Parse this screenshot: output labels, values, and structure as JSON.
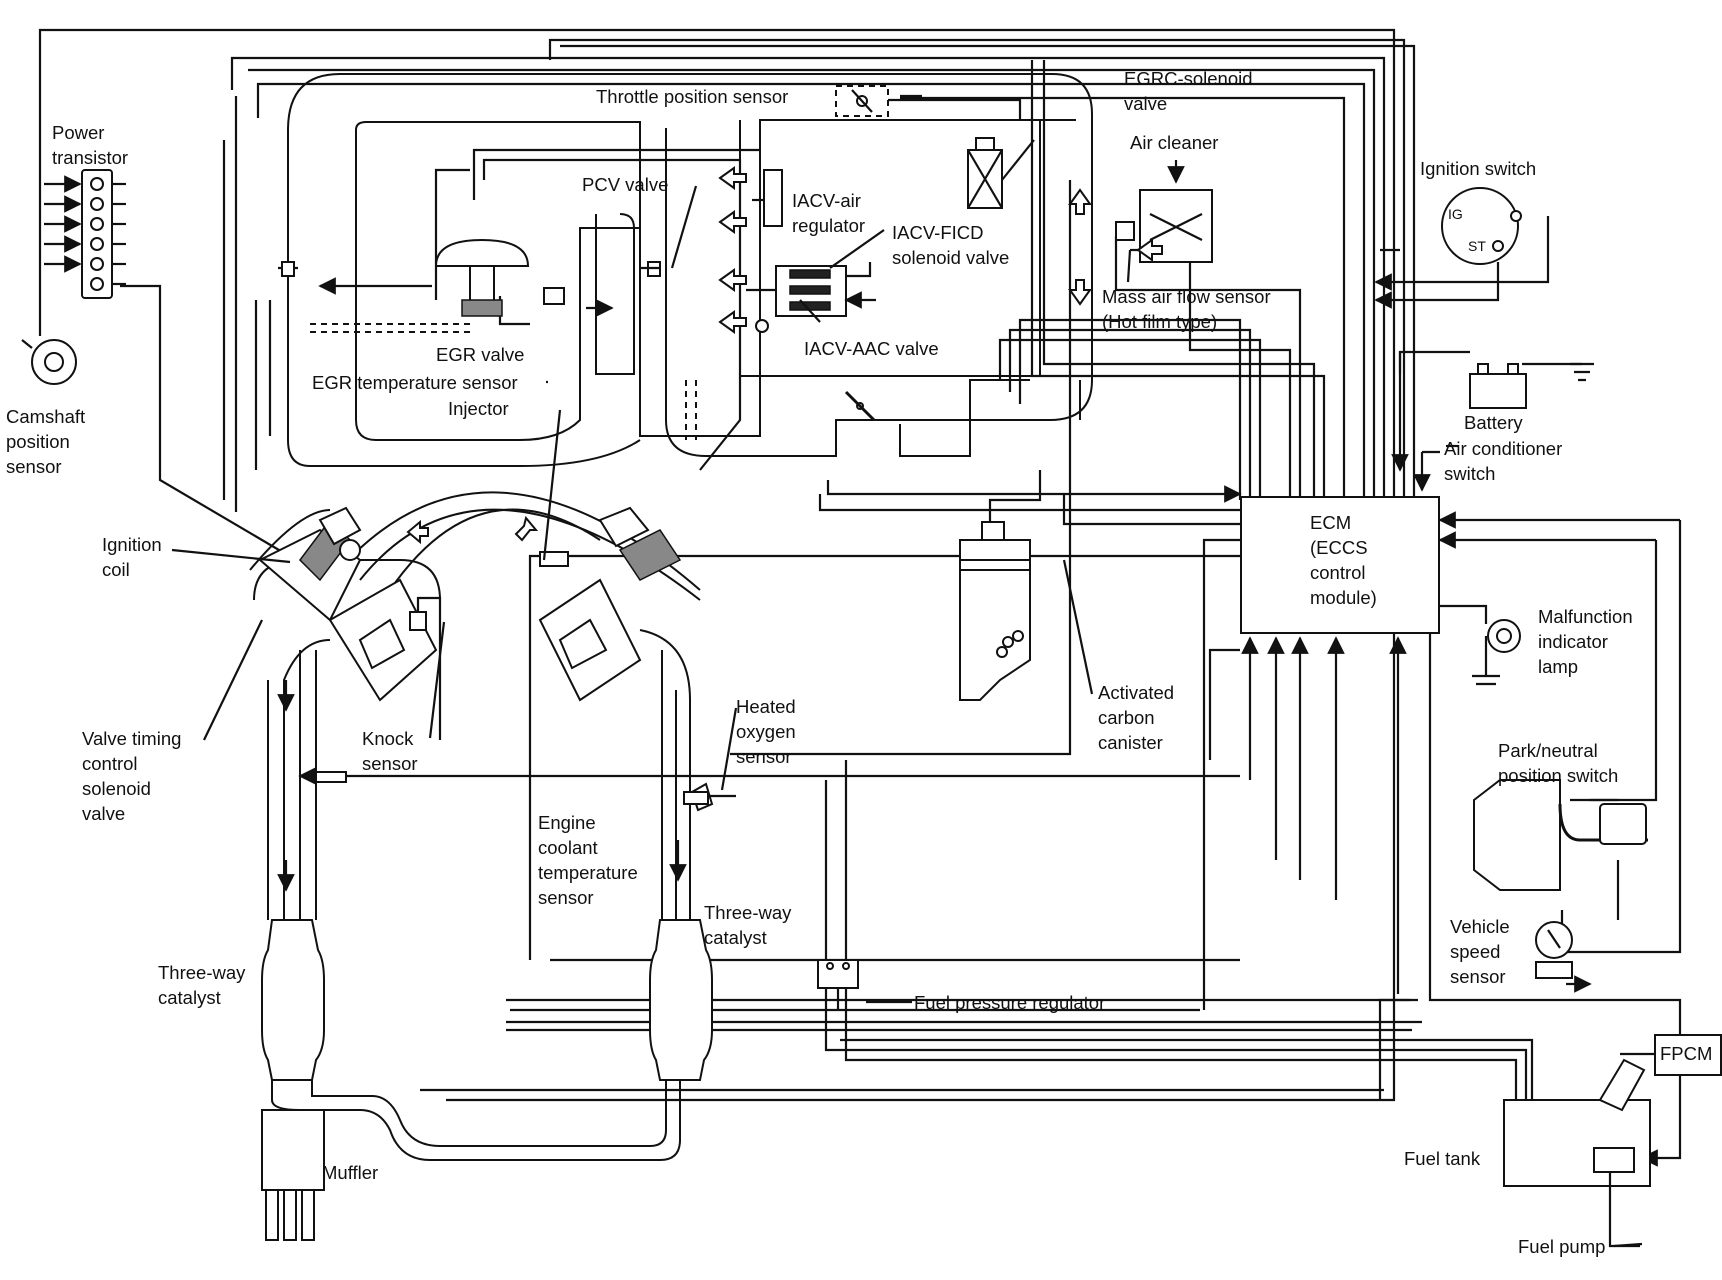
{
  "labels": {
    "power_transistor": "Power\ntransistor",
    "camshaft_position_sensor": "Camshaft\nposition\nsensor",
    "ignition_coil": "Ignition\ncoil",
    "valve_timing": "Valve timing\ncontrol\nsolenoid\nvalve",
    "knock_sensor": "Knock\nsensor",
    "three_way_catalyst_left": "Three-way\ncatalyst",
    "muffler": "Muffler",
    "egr_valve": "EGR valve",
    "egr_temperature_sensor": "EGR temperature sensor",
    "injector": "Injector",
    "pcv_valve": "PCV valve",
    "throttle_position_sensor": "Throttle position sensor",
    "iacv_air_regulator": "IACV-air\nregulator",
    "iacv_ficd": "IACV-FICD\nsolenoid valve",
    "iacv_aac": "IACV-AAC valve",
    "egrc_solenoid": "EGRC-solenoid\nvalve",
    "air_cleaner": "Air cleaner",
    "mass_air_flow_sensor": "Mass air flow sensor\n(Hot film type)",
    "ignition_switch": "Ignition switch",
    "battery": "Battery",
    "air_conditioner_switch": "Air conditioner\nswitch",
    "ecm": "ECM\n(ECCS\ncontrol\nmodule)",
    "malfunction_indicator_lamp": "Malfunction\nindicator\nlamp",
    "park_neutral_switch": "Park/neutral\nposition switch",
    "vehicle_speed_sensor": "Vehicle\nspeed\nsensor",
    "fpcm": "FPCM",
    "fuel_tank": "Fuel tank",
    "fuel_pump": "Fuel pump",
    "activated_carbon_canister": "Activated\ncarbon\ncanister",
    "heated_oxygen_sensor": "Heated\noxygen\nsensor",
    "engine_coolant_temperature_sensor": "Engine\ncoolant\ntemperature\nsensor",
    "three_way_catalyst_right": "Three-way\ncatalyst",
    "fuel_pressure_regulator": "Fuel pressure regulator",
    "ig_terminal": "IG",
    "st_terminal": "ST"
  }
}
